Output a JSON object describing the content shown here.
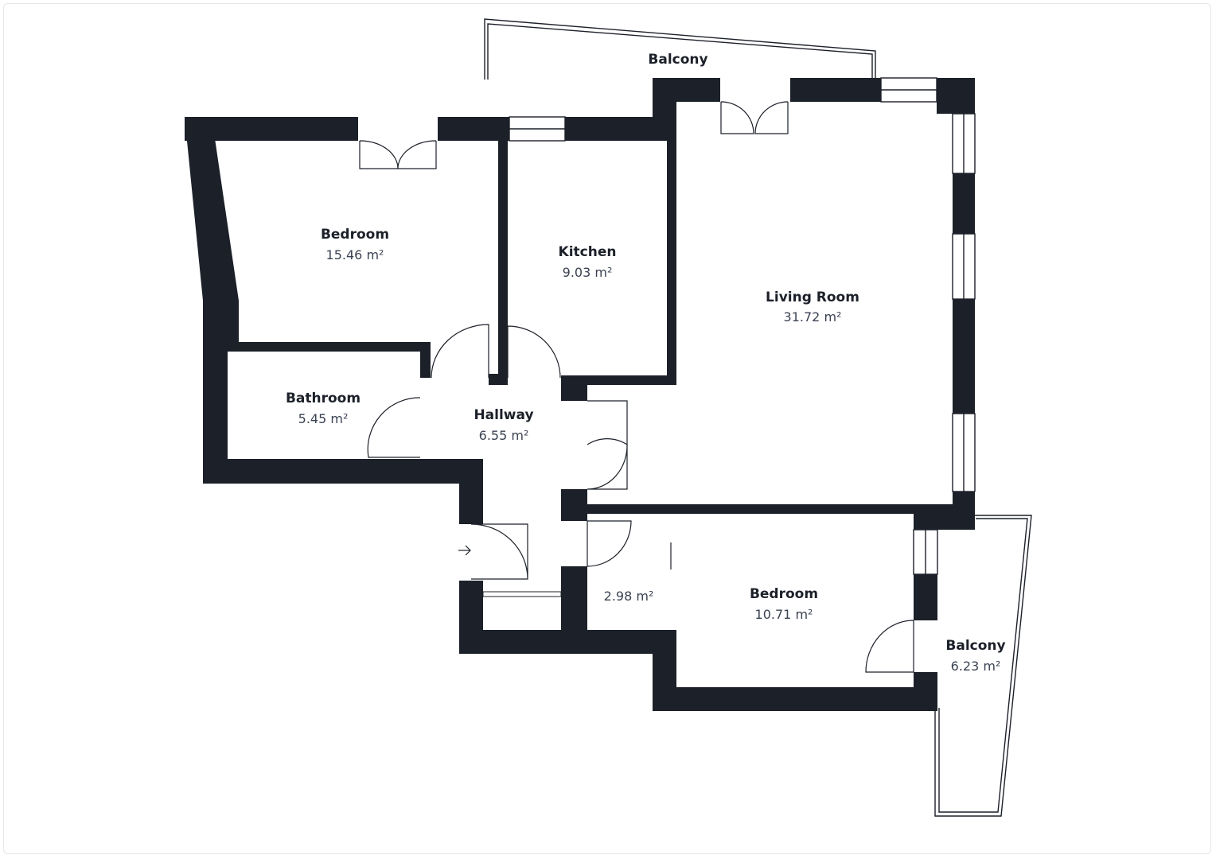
{
  "rooms": [
    {
      "id": "bedroom-1",
      "name": "Bedroom",
      "area": "15.46 m²"
    },
    {
      "id": "kitchen",
      "name": "Kitchen",
      "area": "9.03 m²"
    },
    {
      "id": "living-room",
      "name": "Living Room",
      "area": "31.72 m²"
    },
    {
      "id": "bathroom",
      "name": "Bathroom",
      "area": "5.45 m²"
    },
    {
      "id": "hallway",
      "name": "Hallway",
      "area": "6.55 m²"
    },
    {
      "id": "storage",
      "name": "",
      "area": "2.98 m²"
    },
    {
      "id": "bedroom-2",
      "name": "Bedroom",
      "area": "10.71 m²"
    },
    {
      "id": "balcony-2",
      "name": "Balcony",
      "area": "6.23 m²"
    },
    {
      "id": "balcony-1",
      "name": "Balcony",
      "area": ""
    }
  ],
  "icons": {
    "entrance": "arrow-right-icon"
  },
  "colors": {
    "wall": "#1c2029",
    "text": "#1c2029",
    "area_text": "#3b4252"
  }
}
